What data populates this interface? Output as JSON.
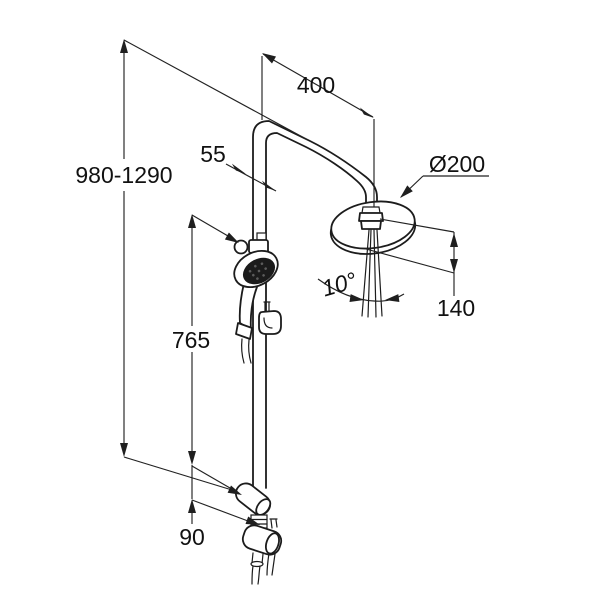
{
  "drawing": {
    "kind": "shower-column-dimension-diagram",
    "labels": {
      "total_height": "980-1290",
      "arm_reach": "400",
      "wall_offset": "55",
      "head_diameter": "Ø200",
      "tilt_angle": "10°",
      "head_height": "140",
      "rail_length": "765",
      "connection_offset": "90"
    },
    "colors": {
      "line": "#1c1c1c",
      "dimension_line": "#222222",
      "text": "#111111",
      "background": "#ffffff",
      "spray_face": "#1b1b1b"
    }
  }
}
